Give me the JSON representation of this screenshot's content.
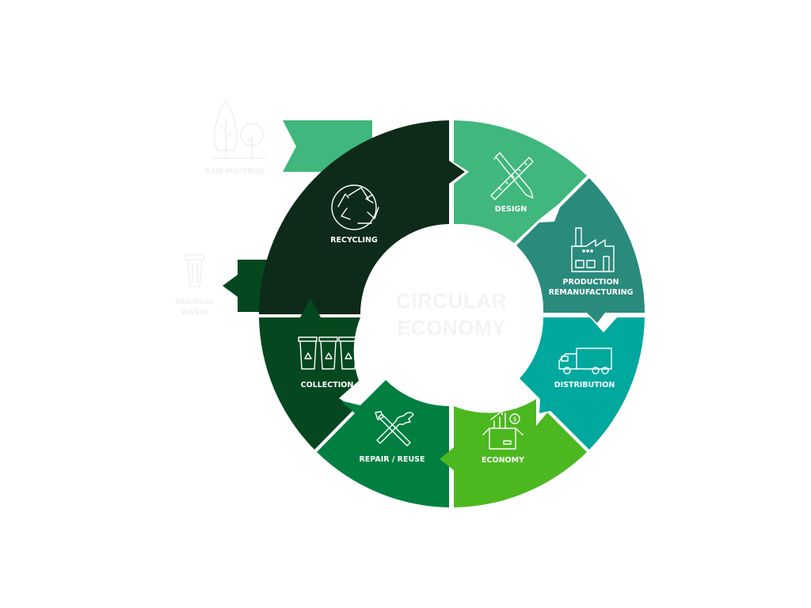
{
  "center": {
    "line1": "CIRCULAR",
    "line2": "ECONOMY"
  },
  "stages": [
    {
      "id": "design",
      "label": "DESIGN",
      "color": "#40b77c",
      "icon": "ruler-pencil-icon"
    },
    {
      "id": "production",
      "label": "PRODUCTION",
      "label2": "REMANUFACTURING",
      "color": "#2a8a7c",
      "icon": "factory-icon"
    },
    {
      "id": "distribution",
      "label": "DISTRIBUTION",
      "color": "#00a89e",
      "icon": "truck-icon"
    },
    {
      "id": "economy",
      "label": "ECONOMY",
      "color": "#4cb81f",
      "icon": "box-growth-icon"
    },
    {
      "id": "repair",
      "label": "REPAIR / REUSE",
      "color": "#007f41",
      "icon": "wrench-screwdriver-icon"
    },
    {
      "id": "collection",
      "label": "COLLECTION",
      "color": "#05471f",
      "icon": "bins-icon"
    },
    {
      "id": "recycling",
      "label": "RECYCLING",
      "color": "#0e2a18",
      "icon": "recycle-icon"
    }
  ],
  "inputs": {
    "raw_material": {
      "label": "RAW MATERIAL",
      "color": "#40b77c",
      "icon": "trees-icon"
    },
    "residual_waste": {
      "label": "RESIDUAL",
      "label2": "WASTE",
      "color": "#05471f",
      "icon": "trash-can-icon"
    }
  }
}
